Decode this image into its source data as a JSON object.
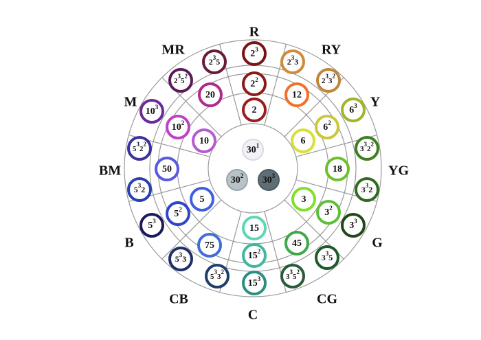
{
  "directions": [
    {
      "id": "R",
      "label": "R"
    },
    {
      "id": "RY",
      "label": "RY"
    },
    {
      "id": "Y",
      "label": "Y"
    },
    {
      "id": "YG",
      "label": "YG"
    },
    {
      "id": "G",
      "label": "G"
    },
    {
      "id": "CG",
      "label": "CG"
    },
    {
      "id": "C",
      "label": "C"
    },
    {
      "id": "CB",
      "label": "CB"
    },
    {
      "id": "B",
      "label": "B"
    },
    {
      "id": "BM",
      "label": "BM"
    },
    {
      "id": "M",
      "label": "M"
    },
    {
      "id": "MR",
      "label": "MR"
    }
  ],
  "center_nodes": [
    {
      "id": "c1",
      "base": "30",
      "exp": "1",
      "color": "#d9d9e6",
      "fill": "#f2f2f7"
    },
    {
      "id": "c2",
      "base": "30",
      "exp": "2",
      "color": "#9aa6ad",
      "fill": "#b8c2c7"
    },
    {
      "id": "c3",
      "base": "30",
      "exp": "3",
      "color": "#4d5c63",
      "fill": "#5f6e75"
    }
  ],
  "ring_nodes": [
    {
      "id": "n2",
      "base": "2",
      "exp": "",
      "color": "#9b1c1c"
    },
    {
      "id": "n22",
      "base": "2",
      "exp": "2",
      "color": "#8b1a1a"
    },
    {
      "id": "n23",
      "base": "2",
      "exp": "3",
      "color": "#7a1414"
    },
    {
      "id": "n12",
      "base": "12",
      "exp": "",
      "color": "#f2702a"
    },
    {
      "id": "n233",
      "base": "2",
      "exp": "3",
      "tail": "3",
      "color": "#d08a3a"
    },
    {
      "id": "n2332",
      "base": "2",
      "exp": "3",
      "tail": "3",
      "tail_exp": "2",
      "color": "#c0843a"
    },
    {
      "id": "n6",
      "base": "6",
      "exp": "",
      "color": "#d8df38"
    },
    {
      "id": "n62",
      "base": "6",
      "exp": "2",
      "color": "#c8c83a"
    },
    {
      "id": "n63",
      "base": "6",
      "exp": "3",
      "color": "#9fb52a"
    },
    {
      "id": "n18",
      "base": "18",
      "exp": "",
      "color": "#6cc02a"
    },
    {
      "id": "n3322",
      "base": "3",
      "exp": "3",
      "tail": "2",
      "tail_exp": "2",
      "color": "#3f7f1f"
    },
    {
      "id": "n3",
      "base": "3",
      "exp": "",
      "color": "#7fe02a"
    },
    {
      "id": "n32",
      "base": "3",
      "exp": "2",
      "color": "#5cc03a"
    },
    {
      "id": "n332",
      "base": "3",
      "exp": "3",
      "tail": "2",
      "color": "#2f6a22"
    },
    {
      "id": "n33",
      "base": "3",
      "exp": "3",
      "color": "#1f4a17"
    },
    {
      "id": "n45",
      "base": "45",
      "exp": "",
      "color": "#3ea84a"
    },
    {
      "id": "n335",
      "base": "3",
      "exp": "3",
      "tail": "5",
      "color": "#1f5a2a"
    },
    {
      "id": "n3352",
      "base": "3",
      "exp": "3",
      "tail": "5",
      "tail_exp": "2",
      "color": "#2a5a3a"
    },
    {
      "id": "n15",
      "base": "15",
      "exp": "",
      "color": "#5dd6b5"
    },
    {
      "id": "n152",
      "base": "15",
      "exp": "2",
      "color": "#3fb8a0"
    },
    {
      "id": "n153",
      "base": "15",
      "exp": "3",
      "color": "#2a8f82"
    },
    {
      "id": "n75",
      "base": "75",
      "exp": "",
      "color": "#3f6fd6"
    },
    {
      "id": "n5332",
      "base": "5",
      "exp": "3",
      "tail": "3",
      "tail_exp": "2",
      "color": "#1f3f6a"
    },
    {
      "id": "n533",
      "base": "5",
      "exp": "3",
      "tail": "3",
      "color": "#1f2f6a"
    },
    {
      "id": "n5",
      "base": "5",
      "exp": "",
      "color": "#3f5fe0"
    },
    {
      "id": "n52",
      "base": "5",
      "exp": "2",
      "color": "#2f44c8"
    },
    {
      "id": "n53",
      "base": "5",
      "exp": "3",
      "color": "#1a1a5a"
    },
    {
      "id": "n50",
      "base": "50",
      "exp": "",
      "color": "#5a5ae0"
    },
    {
      "id": "n532",
      "base": "5",
      "exp": "3",
      "tail": "2",
      "color": "#2a3fb0"
    },
    {
      "id": "n5322",
      "base": "5",
      "exp": "3",
      "tail": "2",
      "tail_exp": "2",
      "color": "#3a32a0"
    },
    {
      "id": "n10",
      "base": "10",
      "exp": "",
      "color": "#b65ad0"
    },
    {
      "id": "n102",
      "base": "10",
      "exp": "2",
      "color": "#c040c8"
    },
    {
      "id": "n103",
      "base": "10",
      "exp": "3",
      "color": "#6a2a9a"
    },
    {
      "id": "n20",
      "base": "20",
      "exp": "",
      "color": "#b02a8a"
    },
    {
      "id": "n2352",
      "base": "2",
      "exp": "3",
      "tail": "5",
      "tail_exp": "2",
      "color": "#5a1a5a"
    },
    {
      "id": "n235",
      "base": "2",
      "exp": "3",
      "tail": "5",
      "color": "#6a1a3a"
    }
  ]
}
